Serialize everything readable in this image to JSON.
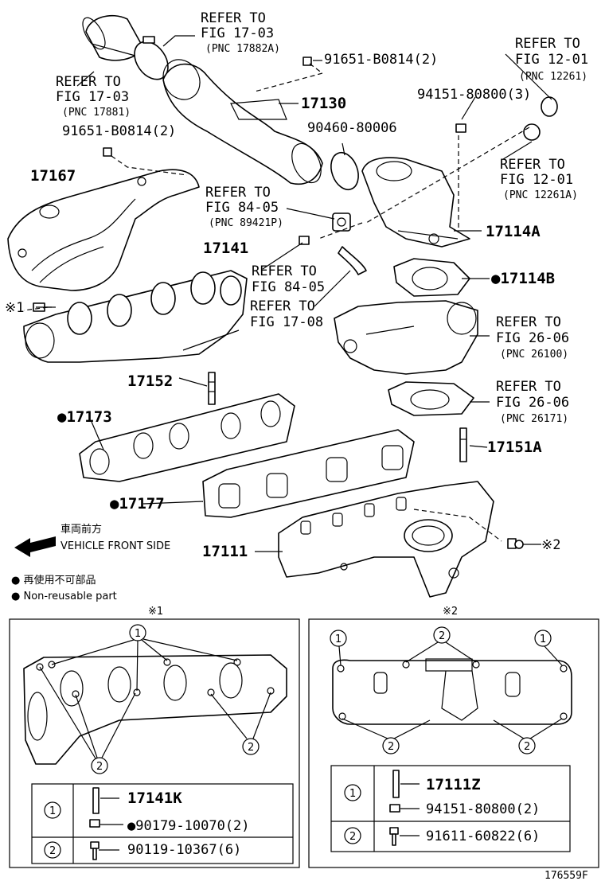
{
  "callouts": {
    "refer_17_03_top": "REFER TO",
    "refer_17_03_top_fig": "FIG 17-03",
    "refer_17_03_top_pnc": "(PNC 17882A)",
    "refer_17_03_left": "REFER TO",
    "refer_17_03_left_fig": "FIG 17-03",
    "refer_17_03_left_pnc": "(PNC 17881)",
    "bolt_91651_top": "91651-B0814(2)",
    "bolt_91651_left": "91651-B0814(2)",
    "part_17130": "17130",
    "part_90460": "90460-80006",
    "nut_94151": "94151-80800(3)",
    "refer_12_01_top": "REFER TO",
    "refer_12_01_top_fig": "FIG 12-01",
    "refer_12_01_top_pnc": "(PNC 12261)",
    "refer_12_01_mid": "REFER TO",
    "refer_12_01_mid_fig": "FIG 12-01",
    "refer_12_01_mid_pnc": "(PNC 12261A)",
    "part_17167": "17167",
    "refer_84_05_a": "REFER TO",
    "refer_84_05_a_fig": "FIG 84-05",
    "refer_84_05_a_pnc": "(PNC 89421P)",
    "part_17114A": "17114A",
    "part_17141": "17141",
    "refer_84_05_b": "REFER TO",
    "refer_84_05_b_fig": "FIG 84-05",
    "part_17114B": "●17114B",
    "refer_17_08": "REFER TO",
    "refer_17_08_fig": "FIG 17-08",
    "refer_26_06_a": "REFER TO",
    "refer_26_06_a_fig": "FIG 26-06",
    "refer_26_06_a_pnc": "(PNC 26100)",
    "refer_26_06_b": "REFER TO",
    "refer_26_06_b_fig": "FIG 26-06",
    "refer_26_06_b_pnc": "(PNC 26171)",
    "mark_1": "※1",
    "part_17152": "17152",
    "part_17173": "●17173",
    "part_17151A": "17151A",
    "part_17177": "●17177",
    "part_17111": "17111",
    "mark_2": "※2"
  },
  "legend": {
    "front_jp": "車両前方",
    "front_en": "VEHICLE FRONT SIDE",
    "nonreuse_jp": "● 再使用不可部品",
    "nonreuse_en": "● Non-reusable part"
  },
  "detail_left": {
    "title": "※1",
    "circle_1": "1",
    "circle_2": "2",
    "rows": [
      {
        "key": "1",
        "part": "17141K",
        "part2": "●90179-10070(2)"
      },
      {
        "key": "2",
        "part": "90119-10367(6)"
      }
    ]
  },
  "detail_right": {
    "title": "※2",
    "circle_1": "1",
    "circle_2": "2",
    "rows": [
      {
        "key": "1",
        "part": "17111Z",
        "part2": "94151-80800(2)"
      },
      {
        "key": "2",
        "part": "91611-60822(6)"
      }
    ]
  },
  "footer": {
    "code": "176559F"
  }
}
